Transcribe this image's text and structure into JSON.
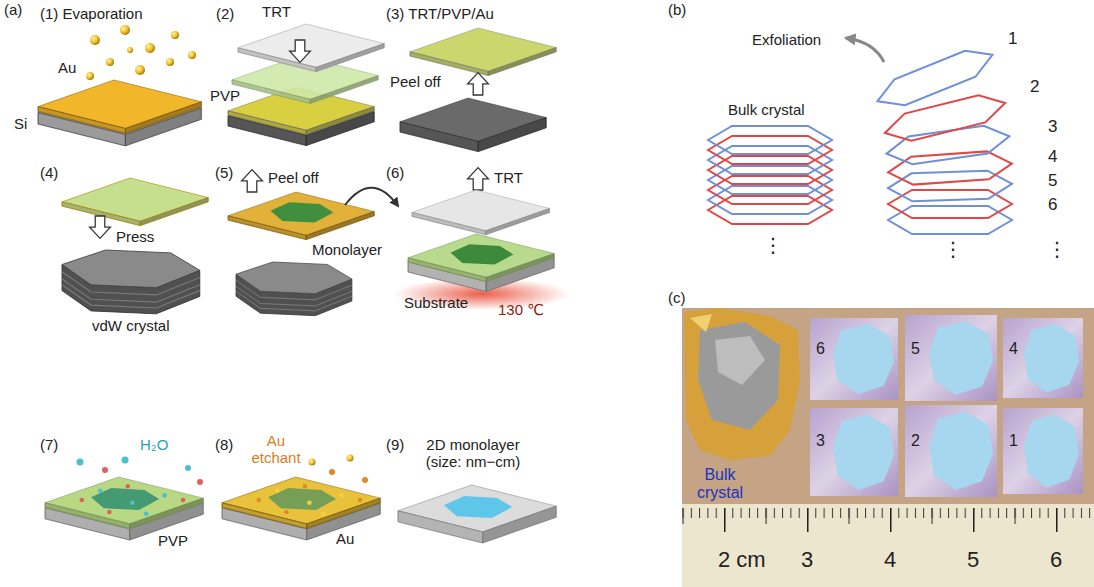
{
  "diagram": {
    "labels": [
      "(a)",
      "(1) Evaporation",
      "Au",
      "Si",
      "(2)",
      "TRT",
      "PVP",
      "(3) TRT/PVP/Au",
      "Peel off",
      "(4)",
      "Press",
      "vdW crystal",
      "(5)",
      "Peel off",
      "Monolayer",
      "(6)",
      "TRT",
      "Substrate",
      "130 ℃",
      "(7)",
      "H₂O",
      "PVP",
      "(8)",
      "Au etchant",
      "Au",
      "(9)",
      "2D monolayer (size: nm−cm)",
      "(b)",
      "Exfoliation",
      "Bulk crystal",
      "1",
      "2",
      "3",
      "4",
      "5",
      "6",
      "⋮",
      "⋮",
      "⋮",
      "(c)",
      "Bulk crystal",
      "6",
      "5",
      "4",
      "3",
      "2",
      "1",
      "2 cm",
      "3",
      "4",
      "5",
      "6"
    ]
  }
}
